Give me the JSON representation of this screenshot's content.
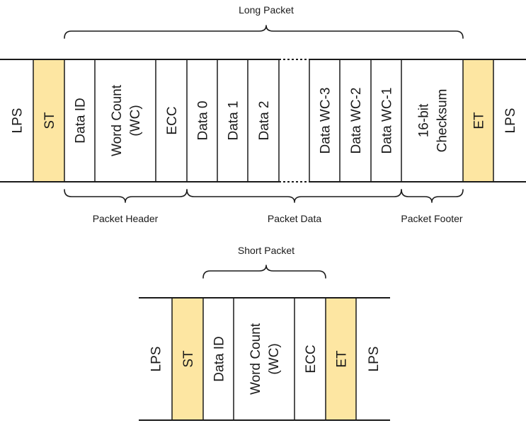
{
  "long_packet": {
    "title": "Long Packet",
    "fields": [
      {
        "text": [
          "LPS"
        ],
        "highlight": false
      },
      {
        "text": [
          "ST"
        ],
        "highlight": true
      },
      {
        "text": [
          "Data ID"
        ],
        "highlight": false
      },
      {
        "text": [
          "Word Count",
          "(WC)"
        ],
        "highlight": false
      },
      {
        "text": [
          "ECC"
        ],
        "highlight": false
      },
      {
        "text": [
          "Data 0"
        ],
        "highlight": false
      },
      {
        "text": [
          "Data 1"
        ],
        "highlight": false
      },
      {
        "text": [
          "Data 2"
        ],
        "highlight": false
      },
      {
        "text": [
          ""
        ],
        "highlight": false,
        "gap": true
      },
      {
        "text": [
          "Data WC-3"
        ],
        "highlight": false
      },
      {
        "text": [
          "Data WC-2"
        ],
        "highlight": false
      },
      {
        "text": [
          "Data WC-1"
        ],
        "highlight": false
      },
      {
        "text": [
          "16-bit",
          "Checksum"
        ],
        "highlight": false
      },
      {
        "text": [
          "ET"
        ],
        "highlight": true
      },
      {
        "text": [
          "LPS"
        ],
        "highlight": false
      }
    ],
    "groups": {
      "header": "Packet Header",
      "data": "Packet Data",
      "footer": "Packet Footer"
    }
  },
  "short_packet": {
    "title": "Short Packet",
    "fields": [
      {
        "text": [
          "LPS"
        ],
        "highlight": false
      },
      {
        "text": [
          "ST"
        ],
        "highlight": true
      },
      {
        "text": [
          "Data ID"
        ],
        "highlight": false
      },
      {
        "text": [
          "Word Count",
          "(WC)"
        ],
        "highlight": false
      },
      {
        "text": [
          "ECC"
        ],
        "highlight": false
      },
      {
        "text": [
          "ET"
        ],
        "highlight": true
      },
      {
        "text": [
          "LPS"
        ],
        "highlight": false
      }
    ]
  },
  "colors": {
    "highlight": "#fde6a2",
    "line": "#1a1a1a",
    "background": "#ffffff"
  }
}
